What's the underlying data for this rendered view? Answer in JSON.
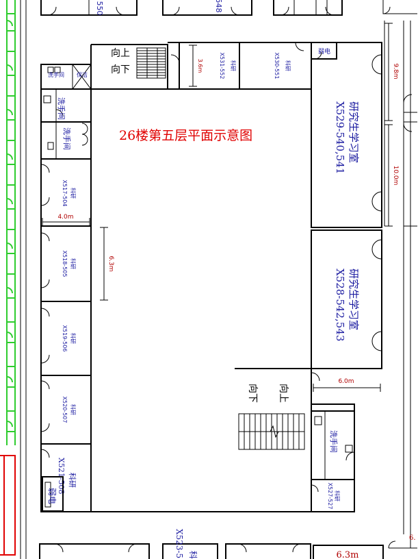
{
  "title": "26楼第五层平面示意图",
  "colors": {
    "title": "#e00000",
    "room_label": "#1a1aa0",
    "dimension": "#b00000",
    "corridor_green": "#2ecc2e",
    "red_outline": "#e00000",
    "wall": "#000000"
  },
  "stairs_north": {
    "up": "向上",
    "down": "向下"
  },
  "stairs_south": {
    "up": "向上",
    "down": "向下"
  },
  "rooms": {
    "x531": {
      "type": "科研",
      "number": "X531-552"
    },
    "x530": {
      "type": "科研",
      "number": "X530-551"
    },
    "electric_ne": "弱电",
    "electric_sw": "弱电",
    "study_north": {
      "name": "研究生学习室",
      "number": "X529-540,541"
    },
    "study_south": {
      "name": "研究生学习室",
      "number": "X528-542,543"
    },
    "x517": {
      "type": "科研",
      "number": "X517-504"
    },
    "x518": {
      "type": "科研",
      "number": "X518-505"
    },
    "x519": {
      "type": "科研",
      "number": "X519-506"
    },
    "x520": {
      "type": "科研",
      "number": "X520-507"
    },
    "x521": {
      "type": "科研",
      "number": "X521-508"
    },
    "x527": {
      "type": "科研",
      "number": "X527-527"
    },
    "washroom_w1": "洗手间",
    "washroom_w2": "洗手间",
    "washroom_e": "洗手间",
    "toilet_w": "洗手间",
    "cleaning": "保洁",
    "x523": "X523-5",
    "bottom_room": "科",
    "top_550": "550",
    "top_548": "548"
  },
  "dimensions": {
    "d36": "3.6m",
    "d98": "9.8m",
    "d100": "10.0m",
    "d40": "4.0m",
    "d63a": "6.3m",
    "d60": "6.0m",
    "d63b": "6.3m",
    "d6b": "6."
  }
}
